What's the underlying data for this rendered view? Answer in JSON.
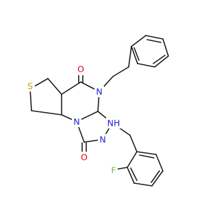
{
  "colors": {
    "bond": "#1a1a1a",
    "carbon_label": "#1a1a1a",
    "oxygen": "#e8001c",
    "nitrogen": "#1c1cd6",
    "sulfur": "#c8a000",
    "fluorine": "#6fbf2a",
    "background": "#ffffff"
  },
  "atoms": {
    "S": "S",
    "O_top": "O",
    "N_upper": "N",
    "N_middle": "N",
    "NH": "NH",
    "N_lower": "N",
    "O_bottom": "O",
    "F": "F"
  }
}
